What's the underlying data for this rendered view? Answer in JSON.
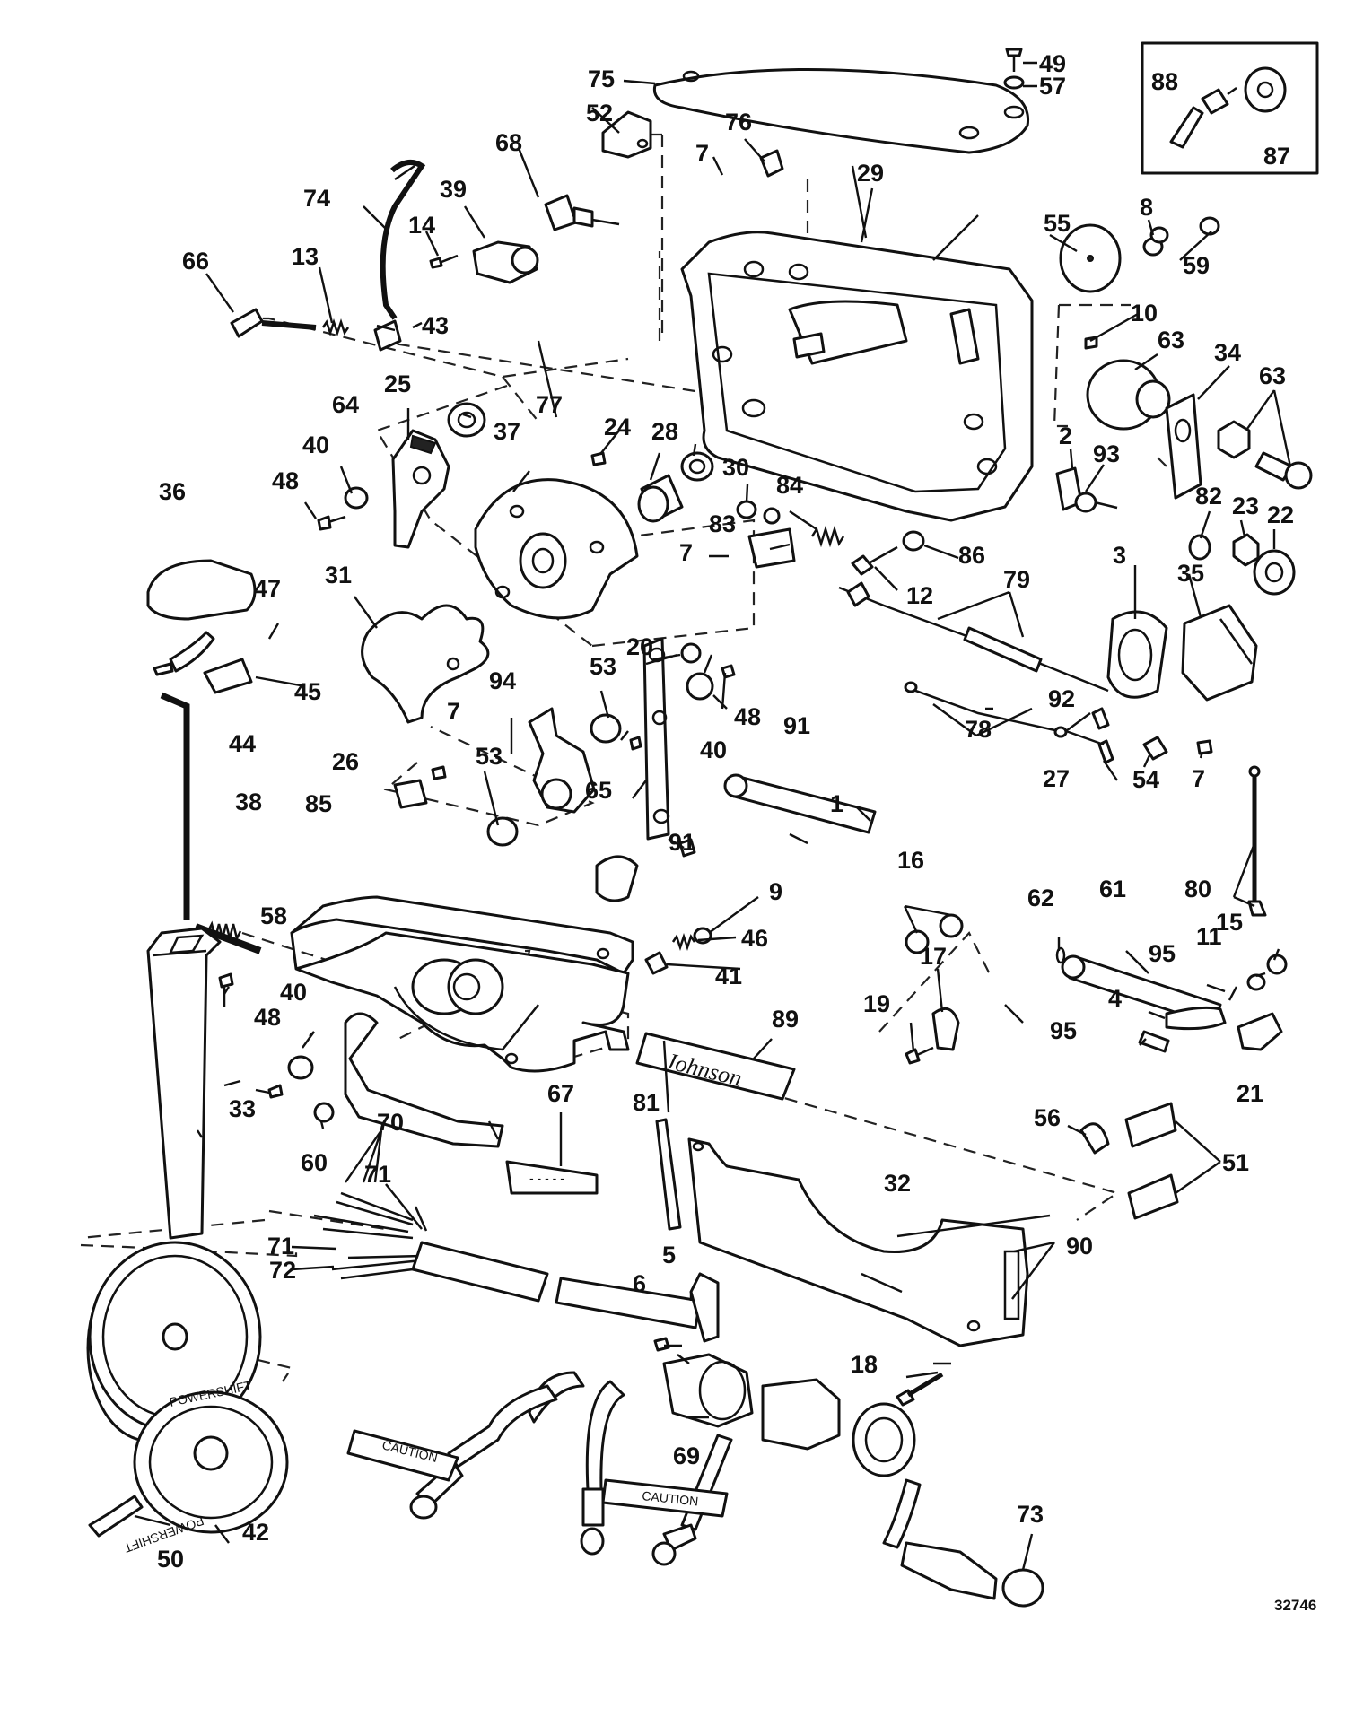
{
  "figure_number": "32746",
  "brand_decal": "Johnson",
  "decal_texts": {
    "dial": "POWERSHIFT",
    "dial_repeat": "POWERSHIFT",
    "caution_1": "CAUTION",
    "caution_2": "CAUTION"
  },
  "callouts": [
    "1",
    "2",
    "3",
    "4",
    "5",
    "6",
    "7",
    "7",
    "7",
    "7",
    "7",
    "8",
    "9",
    "10",
    "11",
    "12",
    "13",
    "14",
    "15",
    "16",
    "17",
    "18",
    "19",
    "20",
    "21",
    "22",
    "23",
    "24",
    "25",
    "26",
    "27",
    "28",
    "29",
    "30",
    "31",
    "32",
    "33",
    "34",
    "35",
    "36",
    "37",
    "38",
    "39",
    "40",
    "40",
    "40",
    "41",
    "42",
    "43",
    "44",
    "45",
    "46",
    "47",
    "48",
    "48",
    "48",
    "49",
    "50",
    "51",
    "52",
    "53",
    "53",
    "54",
    "55",
    "56",
    "57",
    "58",
    "59",
    "60",
    "61",
    "62",
    "63",
    "63",
    "64",
    "65",
    "66",
    "67",
    "68",
    "69",
    "70",
    "71",
    "71",
    "72",
    "73",
    "74",
    "75",
    "76",
    "77",
    "78",
    "79",
    "80",
    "81",
    "82",
    "83",
    "84",
    "85",
    "86",
    "87",
    "88",
    "89",
    "90",
    "91",
    "91",
    "92",
    "93",
    "94",
    "95",
    "95"
  ]
}
